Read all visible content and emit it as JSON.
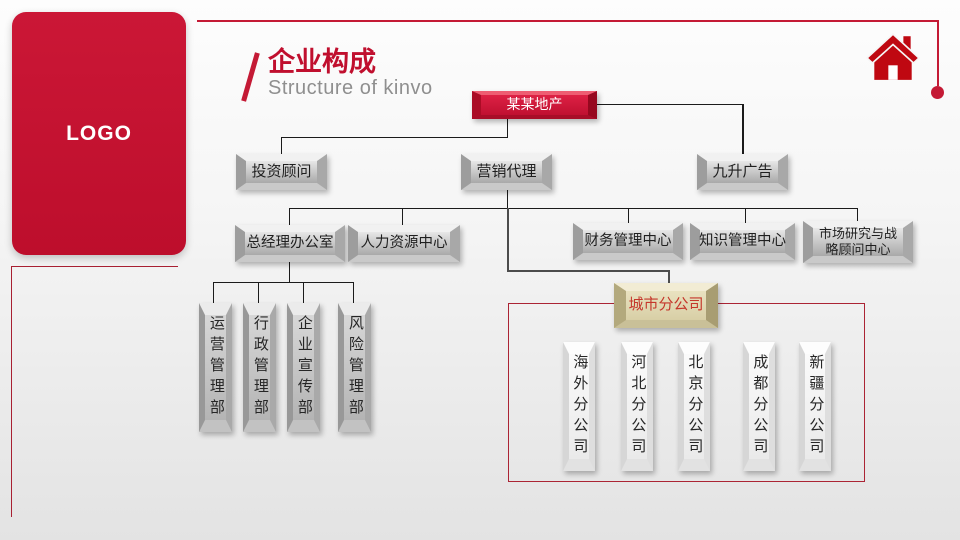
{
  "header": {
    "logo": "LOGO",
    "title": "企业构成",
    "subtitle": "Structure of kinvo"
  },
  "chart": {
    "root": "某某地产",
    "level2": {
      "investment": "投资顾问",
      "marketing": "营销代理",
      "advertising": "九升广告"
    },
    "level3": {
      "gm_office": "总经理办公室",
      "hr_center": "人力资源中心",
      "finance_center": "财务管理中心",
      "knowledge_center": "知识管理中心",
      "research_center": "市场研究与战略顾问中心"
    },
    "departments": [
      "运营管理部",
      "行政管理部",
      "企业宣传部",
      "风险管理部"
    ],
    "city_branch": "城市分公司",
    "branches": [
      "海外分公司",
      "河北分公司",
      "北京分公司",
      "成都分公司",
      "新疆分公司"
    ]
  },
  "icons": {
    "home": "home-icon"
  },
  "colors": {
    "accent_red": "#c41a35",
    "root_box_red": "#c01031",
    "gold_box": "#ded5ac",
    "city_text_red": "#c5372b",
    "frame_red": "#ab2434",
    "connector_black": "#1b1b1b",
    "connector_gray": "#4c4c4c"
  }
}
